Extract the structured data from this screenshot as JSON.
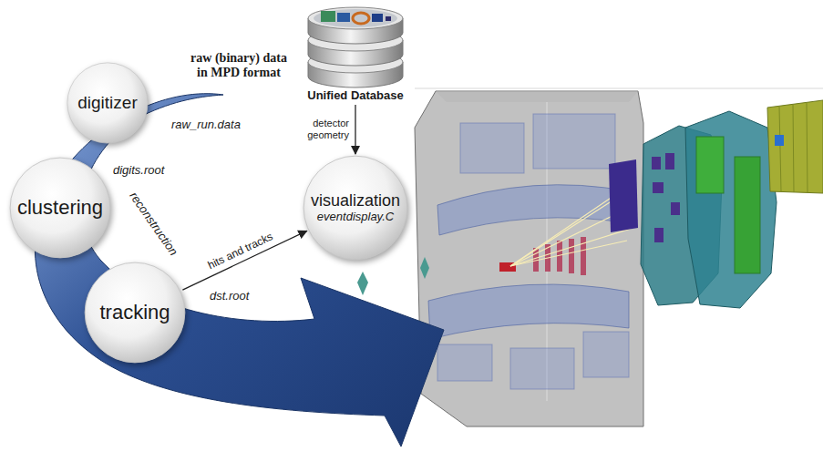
{
  "diagram": {
    "nodes": [
      {
        "text": [
          "digitizer"
        ]
      },
      {
        "text": [
          "clustering"
        ]
      },
      {
        "text": [
          "tracking"
        ]
      },
      {
        "text": [
          "Unified Database"
        ]
      },
      {
        "text": [
          "visualization",
          "eventdisplay.C"
        ]
      }
    ],
    "edges": [
      {
        "from": 2,
        "to": 4,
        "arrow": "to",
        "label": "hits and tracks"
      },
      {
        "from": 3,
        "to": 4,
        "arrow": "to",
        "label": "detector geometry"
      }
    ],
    "labels": [
      "raw (binary) data in MPD format",
      "raw_run.data",
      "digits.root",
      "reconstruction",
      "dst.root"
    ]
  }
}
